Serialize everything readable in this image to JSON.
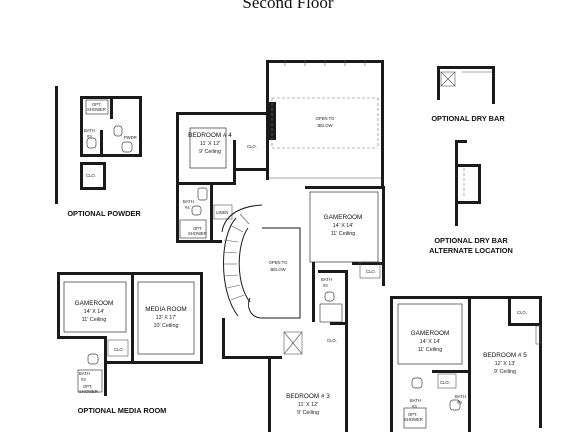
{
  "title": "Second Floor",
  "rooms": {
    "bedroom4": {
      "name": "BEDROOM # 4",
      "size": "11' X 12'",
      "ceiling": "9' Ceiling"
    },
    "open_to_below_top": {
      "line1": "OPEN TO",
      "line2": "BELOW"
    },
    "open_to_below_mid": {
      "line1": "OPEN TO",
      "line2": "BELOW"
    },
    "gameroom_main": {
      "name": "GAMEROOM",
      "size": "14' X 14'",
      "ceiling": "11' Ceiling"
    },
    "bedroom3": {
      "name": "BEDROOM # 3",
      "size": "11' X 12'",
      "ceiling": "9' Ceiling"
    },
    "bath4": {
      "name": "BATH",
      "num": "#4"
    },
    "linen": "LINEN",
    "clo": "CLO.",
    "opt_shower": {
      "line1": "OPT.",
      "line2": "SHOWER"
    }
  },
  "powder": {
    "bath3": {
      "name": "BATH",
      "num": "#3"
    },
    "pwdr": "PWDR",
    "clo": "CLO.",
    "opt_shower": {
      "line1": "OPT.",
      "line2": "SHOWER"
    },
    "label": "OPTIONAL POWDER"
  },
  "media": {
    "gameroom": {
      "name": "GAMEROOM",
      "size": "14' X 14'",
      "ceiling": "11' Ceiling"
    },
    "media_room": {
      "name": "MEDIA ROOM",
      "size": "13' X 17'",
      "ceiling": "10' Ceiling"
    },
    "bath3": {
      "name": "BATH",
      "num": "#3"
    },
    "clo": "CLO.",
    "opt_shower": {
      "line1": "OPT.",
      "line2": "SHOWER"
    },
    "label": "OPTIONAL MEDIA ROOM"
  },
  "bed5": {
    "gameroom": {
      "name": "GAMEROOM",
      "size": "14' X 14'",
      "ceiling": "11' Ceiling"
    },
    "bedroom5": {
      "name": "BEDROOM # 5",
      "size": "12' X 13'",
      "ceiling": "9' Ceiling"
    },
    "bath3": {
      "name": "BATH",
      "num": "#3"
    },
    "bath5": {
      "name": "BATH",
      "num": "#5"
    },
    "clo": "CLO.",
    "opt_shower": {
      "line1": "OPT.",
      "line2": "SHOWER"
    }
  },
  "labels": {
    "dry_bar": "OPTIONAL DRY BAR",
    "dry_bar_alt_1": "OPTIONAL DRY BAR",
    "dry_bar_alt_2": "ALTERNATE LOCATION"
  }
}
